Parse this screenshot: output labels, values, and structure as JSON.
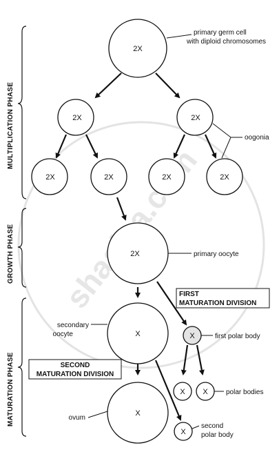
{
  "phases": {
    "multiplication": "MULTIPLICATION PHASE",
    "growth": "GROWTH PHASE",
    "maturation": "MATURATION PHASE"
  },
  "cells": {
    "primary_germ": "2X",
    "oogonium_left": "2X",
    "oogonium_right": "2X",
    "gen3_a": "2X",
    "gen3_b": "2X",
    "gen3_c": "2X",
    "gen3_d": "2X",
    "primary_oocyte": "2X",
    "secondary_oocyte": "X",
    "first_polar_body": "X",
    "polar_body_a": "X",
    "polar_body_b": "X",
    "ovum": "X",
    "second_polar_body": "X"
  },
  "labels": {
    "primary_germ_line1": "primary germ cell",
    "primary_germ_line2": "with diploid chromosomes",
    "oogonia": "oogonia",
    "primary_oocyte": "primary oocyte",
    "secondary_oocyte_line1": "secondary",
    "secondary_oocyte_line2": "oocyte",
    "first_polar_body": "first polar body",
    "polar_bodies": "polar bodies",
    "ovum": "ovum",
    "second_polar_body_line1": "second",
    "second_polar_body_line2": "polar body"
  },
  "boxes": {
    "first_line1": "FIRST",
    "first_line2": "MATURATION DIVISION",
    "second_line1": "SECOND",
    "second_line2": "MATURATION DIVISION"
  },
  "watermark": "shaalaa.com"
}
